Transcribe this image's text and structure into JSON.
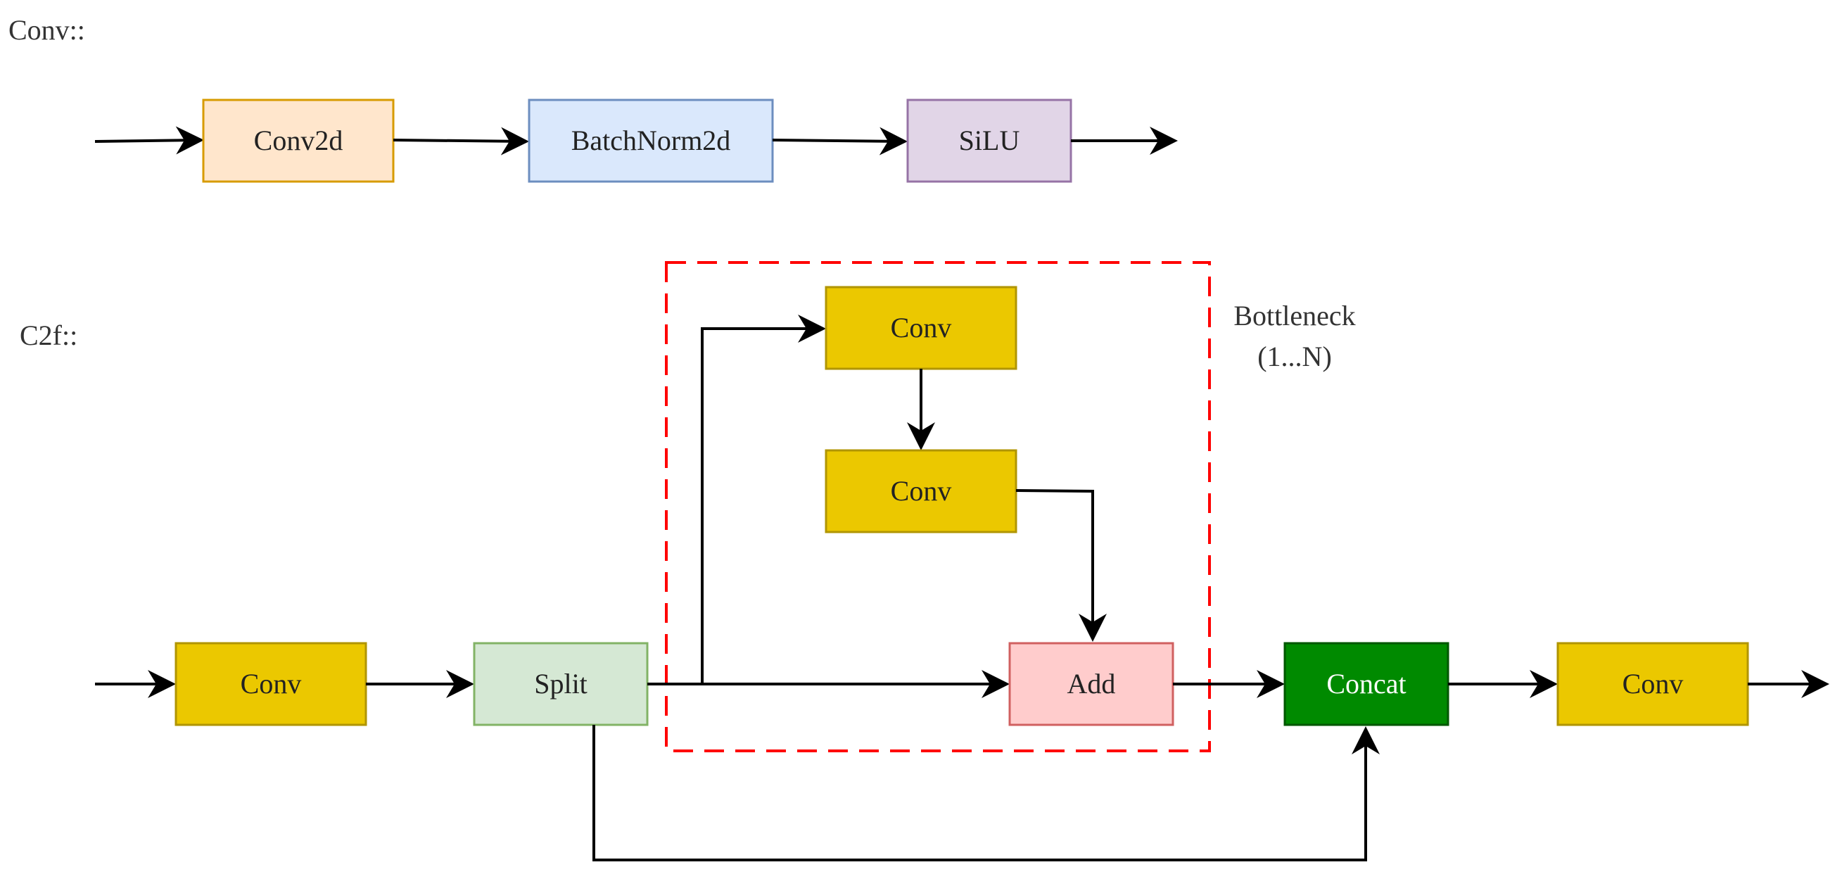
{
  "sections": {
    "conv": "Conv::",
    "c2f": "C2f::"
  },
  "conv_module": {
    "conv2d": {
      "label": "Conv2d",
      "fill": "#ffe6cc",
      "stroke": "#d79b00"
    },
    "batchnorm": {
      "label": "BatchNorm2d",
      "fill": "#dae8fc",
      "stroke": "#6c8ebf"
    },
    "silu": {
      "label": "SiLU",
      "fill": "#e1d5e7",
      "stroke": "#9673a6"
    }
  },
  "c2f_module": {
    "conv_in": {
      "label": "Conv",
      "fill": "#ebc800",
      "stroke": "#b09500"
    },
    "split": {
      "label": "Split",
      "fill": "#d5e8d4",
      "stroke": "#82b366"
    },
    "bottleneck_conv1": {
      "label": "Conv",
      "fill": "#ebc800",
      "stroke": "#b09500"
    },
    "bottleneck_conv2": {
      "label": "Conv",
      "fill": "#ebc800",
      "stroke": "#b09500"
    },
    "add": {
      "label": "Add",
      "fill": "#ffcccc",
      "stroke": "#d06060"
    },
    "concat": {
      "label": "Concat",
      "fill": "#008a00",
      "stroke": "#005700",
      "text_color": "#ffffff"
    },
    "conv_out": {
      "label": "Conv",
      "fill": "#ebc800",
      "stroke": "#b09500"
    }
  },
  "bottleneck_group": {
    "title": "Bottleneck",
    "repeat": "(1...N)",
    "border_color": "#ff0000"
  }
}
